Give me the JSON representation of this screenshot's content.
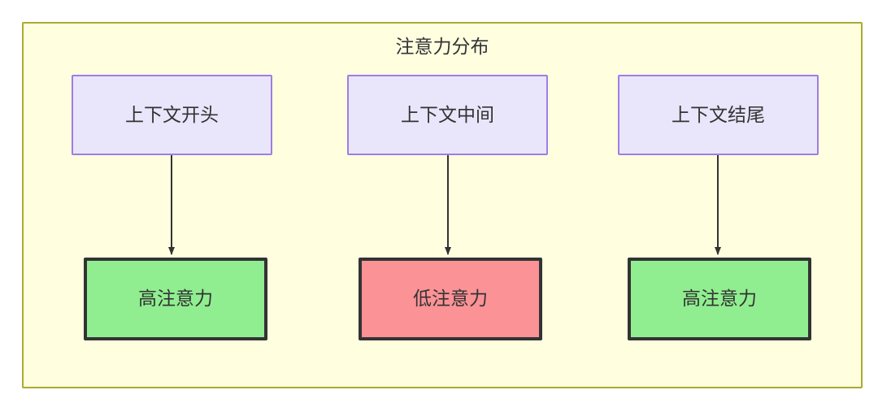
{
  "diagram": {
    "title": "注意力分布",
    "frame_color": "#aaaa33",
    "frame_background": "#ffffe0",
    "columns": [
      {
        "source": {
          "label": "上下文开头",
          "fill": "#e9e6fb",
          "stroke": "#9e7de4"
        },
        "outcome": {
          "label": "高注意力",
          "fill": "#90ee90",
          "stroke": "#333333"
        }
      },
      {
        "source": {
          "label": "上下文中间",
          "fill": "#e9e6fb",
          "stroke": "#9e7de4"
        },
        "outcome": {
          "label": "低注意力",
          "fill": "#fb9296",
          "stroke": "#333333"
        }
      },
      {
        "source": {
          "label": "上下文结尾",
          "fill": "#e9e6fb",
          "stroke": "#9e7de4"
        },
        "outcome": {
          "label": "高注意力",
          "fill": "#90ee90",
          "stroke": "#333333"
        }
      }
    ]
  }
}
